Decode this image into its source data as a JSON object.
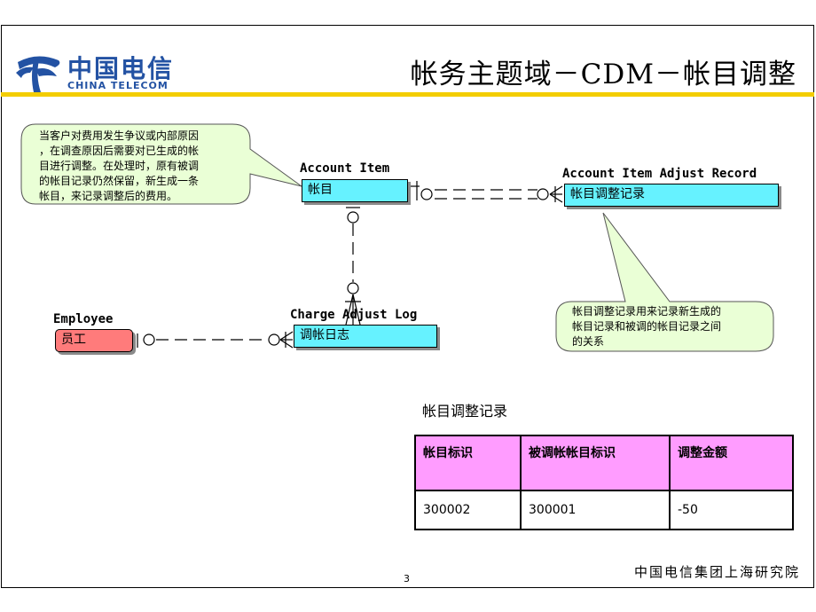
{
  "header": {
    "logo_cn": "中国电信",
    "logo_en": "CHINA TELECOM",
    "title": "帐务主题域－CDM－帐目调整"
  },
  "entities": {
    "account_item": {
      "name": "Account Item",
      "label": "帐目"
    },
    "adjust_record": {
      "name": "Account Item Adjust Record",
      "label": "帐目调整记录"
    },
    "charge_log": {
      "name": "Charge Adjust Log",
      "label": "调帐日志"
    },
    "employee": {
      "name": "Employee",
      "label": "员工"
    }
  },
  "callouts": {
    "left": [
      "当客户对费用发生争议或内部原因",
      "，在调查原因后需要对已生成的帐",
      "目进行调整。在处理时，原有被调",
      "的帐目记录仍然保留，新生成一条",
      "帐目，来记录调整后的费用。"
    ],
    "right": [
      "帐目调整记录用来记录新生成的",
      "帐目记录和被调的帐目记录之间",
      "的关系"
    ]
  },
  "table": {
    "title": "帐目调整记录",
    "headers": [
      "帐目标识",
      "被调帐帐目标识",
      "调整金额"
    ],
    "rows": [
      [
        "300002",
        "300001",
        "-50"
      ]
    ]
  },
  "colors": {
    "accent": "#f3cd00",
    "entity": "#66f2ff",
    "employee": "#ff7b7b",
    "callout": "#eaffd6",
    "header_cell": "#ff9cff"
  },
  "footer": {
    "page": "3",
    "org": "中国电信集团上海研究院"
  }
}
